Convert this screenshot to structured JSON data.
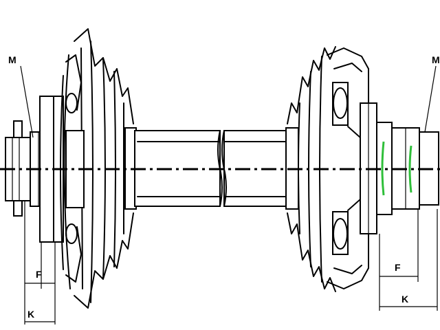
{
  "labels": {
    "thread_left": "M",
    "thread_right": "M",
    "dim_small_left": "F",
    "dim_large_left": "K",
    "dim_small_right": "F",
    "dim_large_right": "K"
  },
  "colors": {
    "line": "#000000",
    "seal_ring": "#2fbf3a",
    "background": "#ffffff"
  }
}
